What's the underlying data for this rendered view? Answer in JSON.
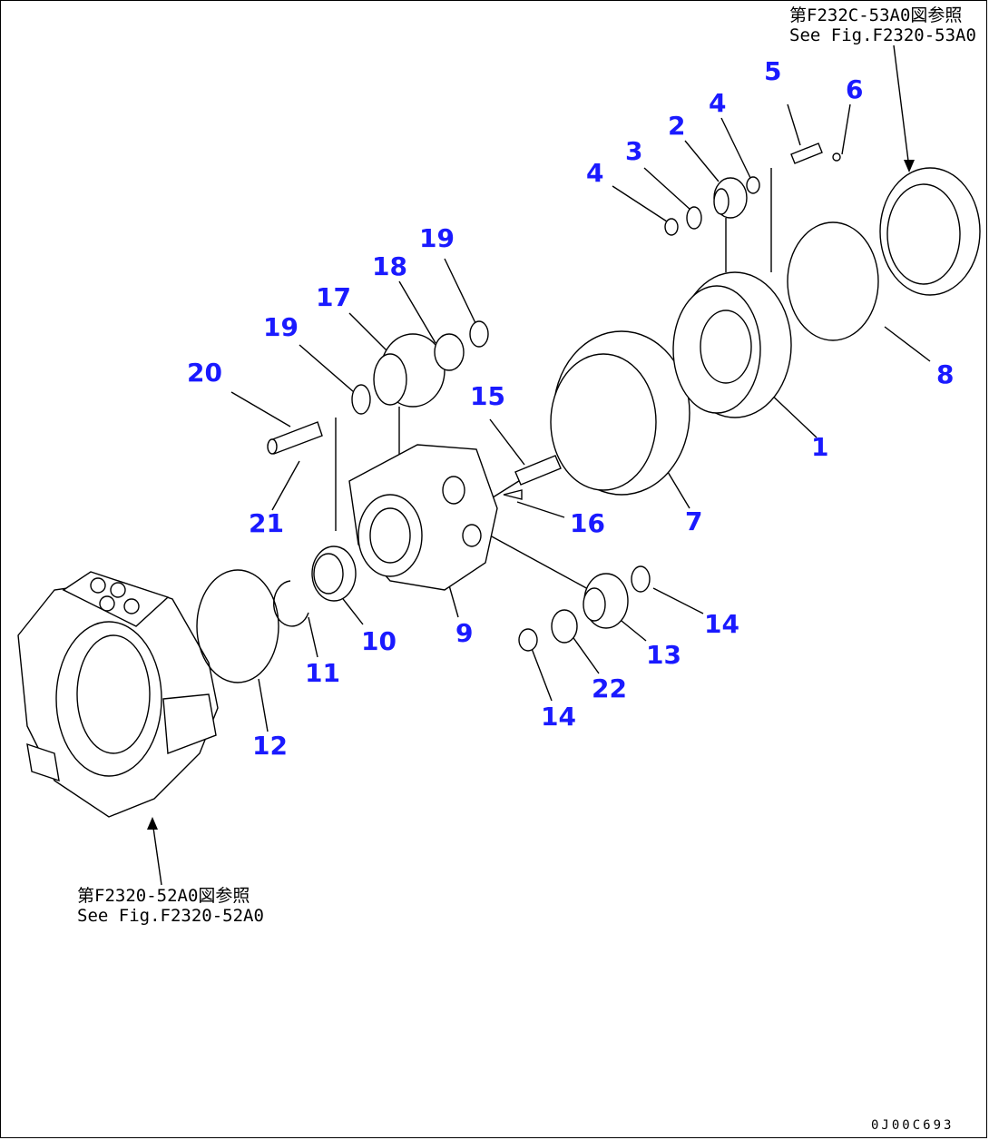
{
  "references": {
    "top_right": {
      "jp": "第F232C-53A0図参照",
      "en": "See Fig.F2320-53A0"
    },
    "bottom_left": {
      "jp": "第F2320-52A0図参照",
      "en": "See Fig.F2320-52A0"
    }
  },
  "drawing_code": "0J00C693",
  "callouts": [
    {
      "id": "c5",
      "label": "5"
    },
    {
      "id": "c6",
      "label": "6"
    },
    {
      "id": "c4a",
      "label": "4"
    },
    {
      "id": "c2",
      "label": "2"
    },
    {
      "id": "c3",
      "label": "3"
    },
    {
      "id": "c4b",
      "label": "4"
    },
    {
      "id": "c19a",
      "label": "19"
    },
    {
      "id": "c18",
      "label": "18"
    },
    {
      "id": "c17",
      "label": "17"
    },
    {
      "id": "c19b",
      "label": "19"
    },
    {
      "id": "c20",
      "label": "20"
    },
    {
      "id": "c15",
      "label": "15"
    },
    {
      "id": "c8",
      "label": "8"
    },
    {
      "id": "c1",
      "label": "1"
    },
    {
      "id": "c21",
      "label": "21"
    },
    {
      "id": "c16",
      "label": "16"
    },
    {
      "id": "c7",
      "label": "7"
    },
    {
      "id": "c14a",
      "label": "14"
    },
    {
      "id": "c10",
      "label": "10"
    },
    {
      "id": "c9",
      "label": "9"
    },
    {
      "id": "c13",
      "label": "13"
    },
    {
      "id": "c11",
      "label": "11"
    },
    {
      "id": "c22",
      "label": "22"
    },
    {
      "id": "c12",
      "label": "12"
    },
    {
      "id": "c14b",
      "label": "14"
    }
  ]
}
